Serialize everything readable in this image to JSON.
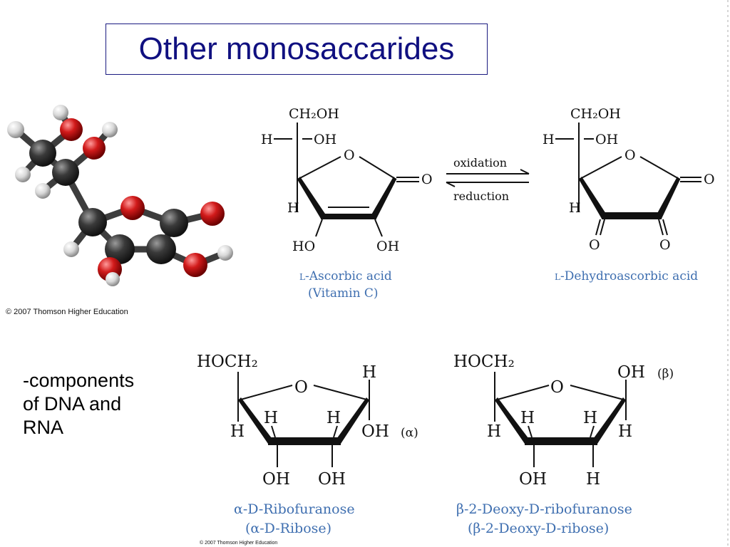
{
  "slide": {
    "title": "Other monosaccarides",
    "side_note": [
      "-components",
      "of DNA and",
      "RNA"
    ]
  },
  "colors": {
    "title": "#101080",
    "caption": "#3f6fb0",
    "carbon": "#2b2b2b",
    "oxygen": "#d11a1a",
    "hydrogen": "#dcdcdc"
  },
  "model": {
    "credit": "© 2007 Thomson Higher Education"
  },
  "reaction": {
    "forward_label": "oxidation",
    "reverse_label": "reduction",
    "ascorbic": {
      "top": "CH₂OH",
      "h_left": "H",
      "oh_side": "OH",
      "ring_o": "O",
      "carbonyl_o": "O",
      "h_lower": "H",
      "ho_bottom": "HO",
      "oh_bottom": "OH",
      "caption_prefix": "L",
      "caption_name": "-Ascorbic acid",
      "caption_sub": "(Vitamin C)"
    },
    "dehydro": {
      "top": "CH₂OH",
      "h_left": "H",
      "oh_side": "OH",
      "ring_o": "O",
      "carbonyl_o": "O",
      "h_lower": "H",
      "o_bottom_left": "O",
      "o_bottom_right": "O",
      "caption_prefix": "L",
      "caption_name": "-Dehydroascorbic acid"
    }
  },
  "riboses": {
    "ribose": {
      "top_group": "HOCH₂",
      "ring_o": "O",
      "h_top_right": "H",
      "h_left": "H",
      "h_inner_left": "H",
      "h_inner_right": "H",
      "oh_right": "OH",
      "anomer": "(α)",
      "oh_bottom_left": "OH",
      "oh_bottom_right": "OH",
      "caption_1": "α-D-Ribofuranose",
      "caption_2": "(α-D-Ribose)"
    },
    "deoxyribose": {
      "top_group": "HOCH₂",
      "ring_o": "O",
      "oh_top_right": "OH",
      "anomer": "(β)",
      "h_left": "H",
      "h_inner_left": "H",
      "h_inner_right": "H",
      "h_right": "H",
      "oh_bottom_left": "OH",
      "h_bottom_right": "H",
      "caption_1": "β-2-Deoxy-D-ribofuranose",
      "caption_2": "(β-2-Deoxy-D-ribose)"
    },
    "credit": "© 2007 Thomson Higher Education"
  }
}
